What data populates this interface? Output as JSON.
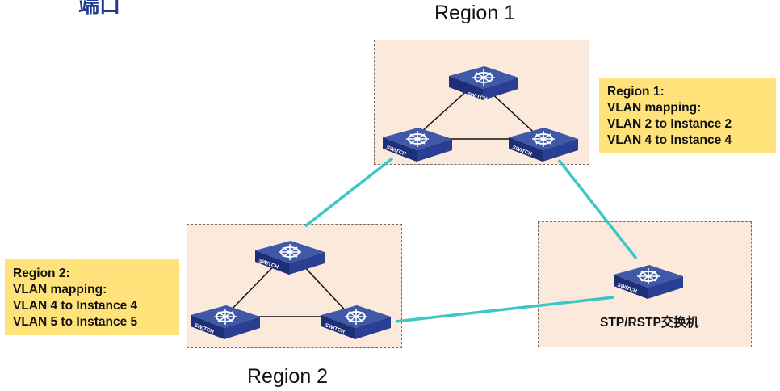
{
  "heading_fragment": "端口",
  "regions": {
    "region1": {
      "title": "Region 1"
    },
    "region2": {
      "title": "Region 2"
    }
  },
  "notes": {
    "region1": [
      "Region 1:",
      "VLAN mapping:",
      "VLAN 2 to Instance 2",
      "VLAN 4 to Instance 4"
    ],
    "region2": [
      "Region 2:",
      "VLAN mapping:",
      "VLAN 4 to Instance 4",
      "VLAN 5 to Instance 5"
    ]
  },
  "switch_label": "SWITCH",
  "stp_label": "STP/RSTP交换机",
  "colors": {
    "region_fill": "#fbe9dc",
    "note_fill": "#ffe27a",
    "inter_region_link": "#3cc6c6",
    "intra_region_link": "#111111",
    "switch_top": "#3f58a8",
    "switch_side": "#1e2f78",
    "heading": "#1f3a93"
  },
  "icons": {
    "switch": "network-switch-icon"
  }
}
